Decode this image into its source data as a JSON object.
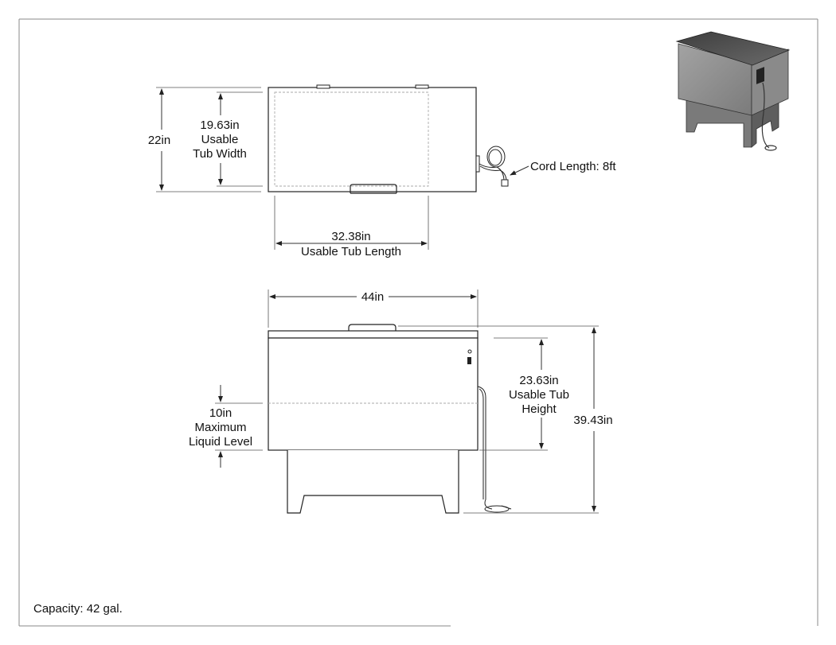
{
  "top_view": {
    "overall_width": "22in",
    "tub_width_value": "19.63in",
    "tub_width_line1": "Usable",
    "tub_width_line2": "Tub Width",
    "tub_length_value": "32.38in",
    "tub_length_label": "Usable Tub Length",
    "cord_label": "Cord Length: 8ft"
  },
  "front_view": {
    "overall_length": "44in",
    "tub_height_value": "23.63in",
    "tub_height_line1": "Usable Tub",
    "tub_height_line2": "Height",
    "overall_height": "39.43in",
    "liquid_value": "10in",
    "liquid_line1": "Maximum",
    "liquid_line2": "Liquid Level"
  },
  "footer": {
    "capacity": "Capacity: 42 gal."
  },
  "colors": {
    "cabinet": "#8c8c8c",
    "cabinet_dark": "#5a5a5a",
    "lines": "#222222"
  }
}
